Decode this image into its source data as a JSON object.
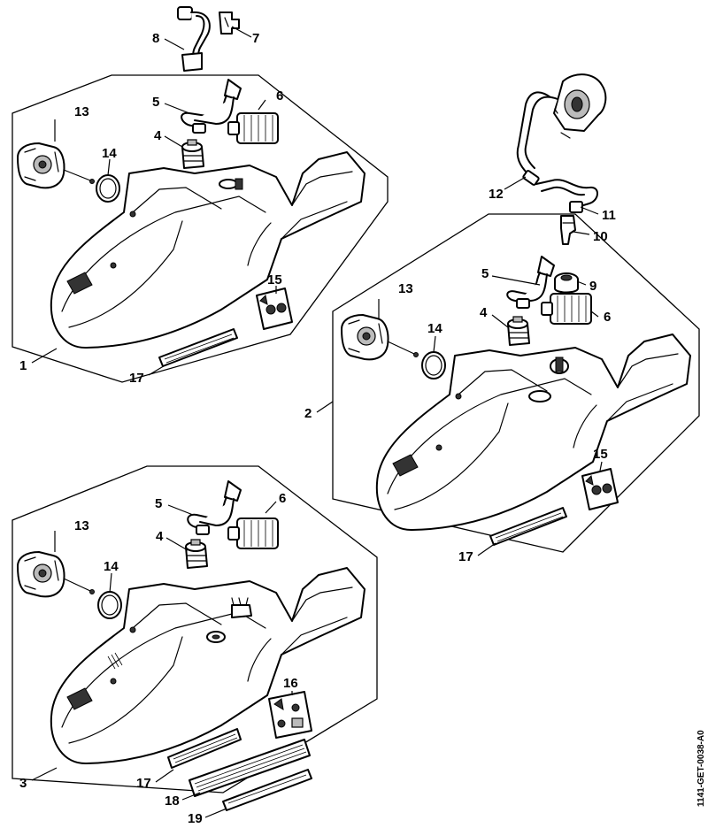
{
  "drawing_code": "1141-GET-0038-A0",
  "labels": {
    "p1": "1",
    "p2": "2",
    "p3": "3",
    "p4": "4",
    "p5": "5",
    "p6": "6",
    "p7": "7",
    "p8": "8",
    "p9": "9",
    "p10": "10",
    "p11": "11",
    "p12": "12",
    "p13": "13",
    "p14": "14",
    "p15": "15",
    "p16": "16",
    "p17": "17",
    "p18": "18",
    "p19": "19"
  }
}
